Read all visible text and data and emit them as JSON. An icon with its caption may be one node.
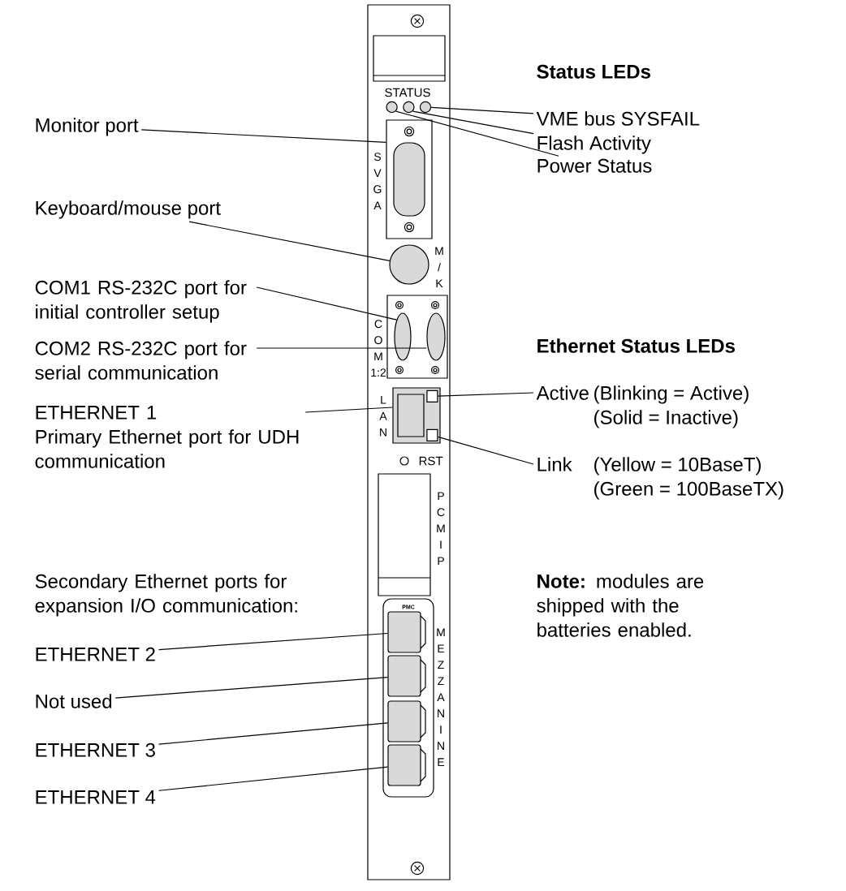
{
  "diagram": {
    "nodes": [
      {
        "text": [
          "Monitor port"
        ]
      },
      {
        "text": [
          "Keyboard/mouse port"
        ]
      },
      {
        "text": [
          "COM1 RS-232C port for initial controller setup"
        ]
      },
      {
        "text": [
          "COM2 RS-232C port for serial communication"
        ]
      },
      {
        "text": [
          "ETHERNET 1",
          "Primary Ethernet port for UDH communication"
        ]
      },
      {
        "text": [
          "ETHERNET 2"
        ]
      },
      {
        "text": [
          "Not used"
        ]
      },
      {
        "text": [
          "ETHERNET 3"
        ]
      },
      {
        "text": [
          "ETHERNET 4"
        ]
      },
      {
        "text": [],
        "shape": "circle"
      },
      {
        "text": [],
        "shape": "circle"
      },
      {
        "text": [],
        "shape": "circle"
      },
      {
        "text": [],
        "shape": "box"
      },
      {
        "text": [],
        "shape": "circle"
      },
      {
        "text": [],
        "shape": "ellipse"
      },
      {
        "text": [],
        "shape": "ellipse"
      },
      {
        "text": [],
        "shape": "box"
      },
      {
        "text": [],
        "shape": "box",
        "in": 16
      },
      {
        "text": [],
        "shape": "box",
        "in": 16
      },
      {
        "text": [],
        "shape": "box"
      },
      {
        "text": [],
        "shape": "box"
      },
      {
        "text": [],
        "shape": "box"
      },
      {
        "text": [],
        "shape": "box"
      },
      {
        "text": [
          "VME bus SYSFAIL"
        ]
      },
      {
        "text": [
          "Flash Activity"
        ]
      },
      {
        "text": [
          "Power Status"
        ]
      },
      {
        "text": [
          "Active",
          "(Blinking = Active) (Solid = Inactive)"
        ]
      },
      {
        "text": [
          "Link",
          "(Yellow = 10BaseT) (Green = 100BaseTX)"
        ]
      }
    ],
    "edges": [
      {
        "from": 0,
        "to": 12,
        "arrow": "none"
      },
      {
        "from": 1,
        "to": 13,
        "arrow": "none"
      },
      {
        "from": 2,
        "to": 14,
        "arrow": "none"
      },
      {
        "from": 3,
        "to": 15,
        "arrow": "none"
      },
      {
        "from": 4,
        "to": 16,
        "arrow": "none"
      },
      {
        "from": 5,
        "to": 19,
        "arrow": "none"
      },
      {
        "from": 6,
        "to": 20,
        "arrow": "none"
      },
      {
        "from": 7,
        "to": 21,
        "arrow": "none"
      },
      {
        "from": 8,
        "to": 22,
        "arrow": "none"
      },
      {
        "from": 23,
        "to": 11,
        "arrow": "none"
      },
      {
        "from": 24,
        "to": 10,
        "arrow": "none"
      },
      {
        "from": 25,
        "to": 9,
        "arrow": "none"
      },
      {
        "from": 26,
        "to": 17,
        "arrow": "none"
      },
      {
        "from": 27,
        "to": 18,
        "arrow": "none"
      }
    ],
    "labels": [
      "STATUS",
      "Status LEDs",
      "SVGA",
      "M/K",
      "COM 1:2",
      "Ethernet Status LEDs",
      "LAN",
      "RST",
      "PC MIP",
      "**Note:** modules are shipped with the batteries enabled.",
      "Secondary Ethernet ports for expansion I/O communication:",
      "PMC",
      "MEZZANINE"
    ]
  }
}
